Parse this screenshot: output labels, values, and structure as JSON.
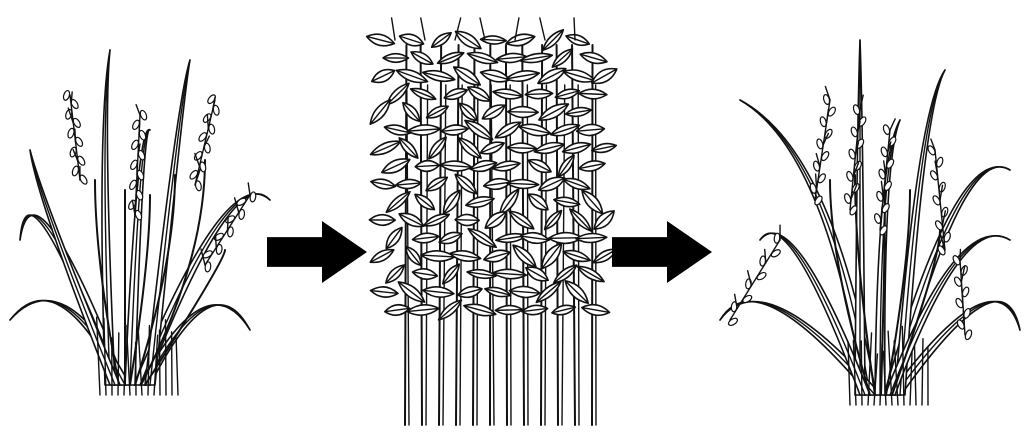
{
  "figure": {
    "panels": [
      {
        "id": "wheat-plant",
        "icon": "wheat-plant-icon"
      },
      {
        "id": "legume-crop",
        "icon": "legume-crop-icon"
      },
      {
        "id": "rice-plant",
        "icon": "rice-plant-icon"
      }
    ],
    "arrows": [
      {
        "id": "arrow-1",
        "icon": "right-arrow-icon"
      },
      {
        "id": "arrow-2",
        "icon": "right-arrow-icon"
      }
    ],
    "colors": {
      "ink": "#111111",
      "arrow": "#000000",
      "background": "#ffffff"
    }
  }
}
